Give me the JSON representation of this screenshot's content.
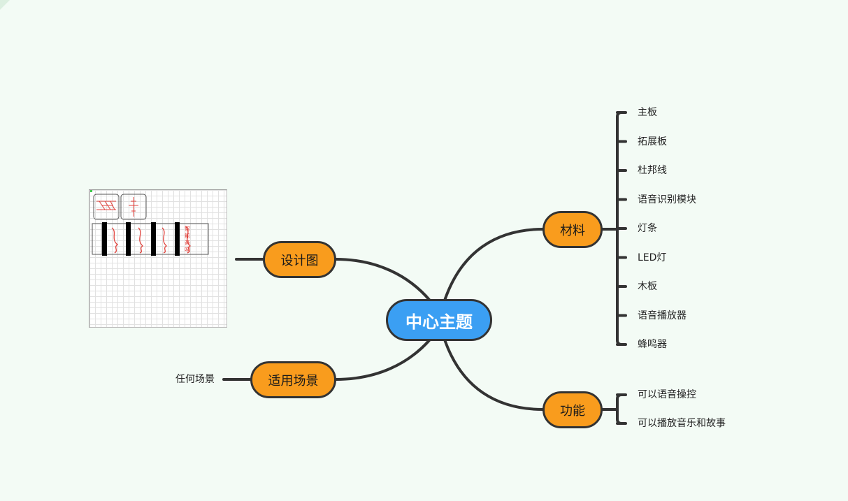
{
  "colors": {
    "background": "#f3fbf5",
    "center_fill": "#3b9ff3",
    "branch_fill": "#f99c1d",
    "line": "#333333",
    "drawing_red": "#e0423c"
  },
  "center": {
    "label": "中心主题"
  },
  "branches": {
    "materials": {
      "label": "材料",
      "items": [
        "主板",
        "拓展板",
        "杜邦线",
        "语音识别模块",
        "灯条",
        "LED灯",
        "木板",
        "语音播放器",
        "蜂鸣器"
      ]
    },
    "functions": {
      "label": "功能",
      "items": [
        "可以语音操控",
        "可以播放音乐和故事"
      ]
    },
    "design": {
      "label": "设计图",
      "image_icon": "laser-cut-design-drawing",
      "image_text": "智能音响"
    },
    "scenes": {
      "label": "适用场景",
      "items": [
        "任何场景"
      ]
    }
  }
}
